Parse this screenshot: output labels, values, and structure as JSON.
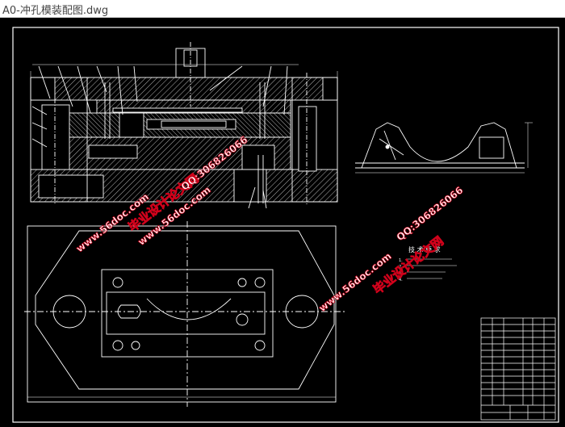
{
  "window": {
    "title": "A0-冲孔模装配图.dwg"
  },
  "drawing": {
    "tech_requirements_title": "技 术 要 求",
    "tech_requirements": [
      "1.",
      "2.",
      "3.",
      "4."
    ],
    "watermarks": {
      "site": "www.56doc.com",
      "qq": "QQ:306826066",
      "brand": "毕业设计论文网"
    }
  },
  "colors": {
    "canvas": "#000000",
    "lines": "#ffffff",
    "watermark_fill": "#ffffff",
    "watermark_stroke": "#d0021b"
  }
}
